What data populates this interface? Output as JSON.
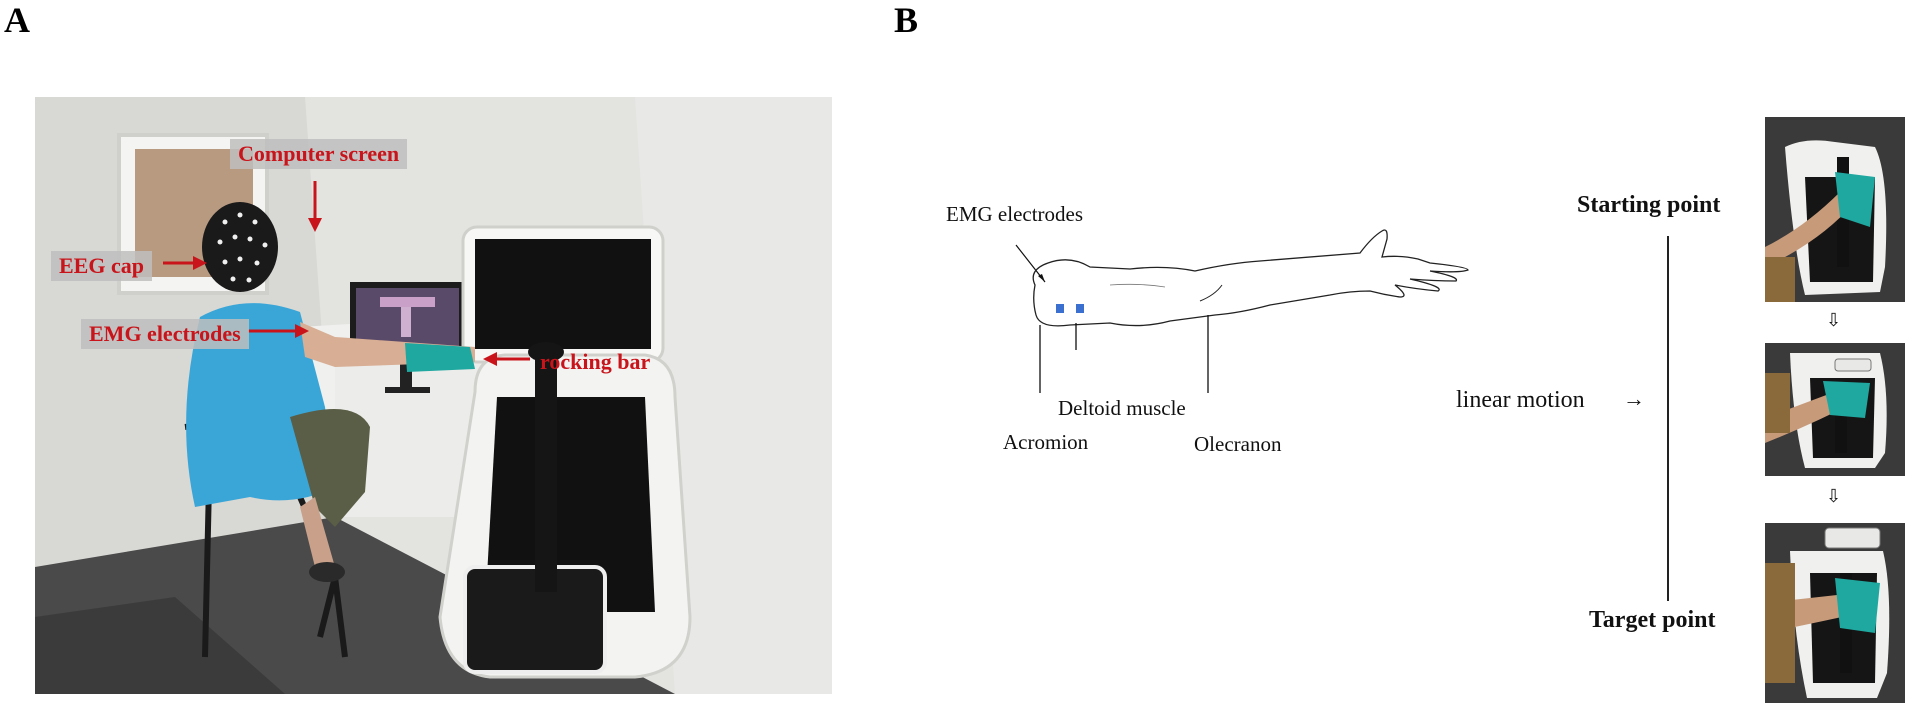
{
  "panel_a": {
    "letter": "A",
    "labels": {
      "computer_screen": "Computer screen",
      "eeg_cap": "EEG cap",
      "emg_electrodes": "EMG electrodes",
      "rocking_bar": "rocking bar"
    },
    "label_color": "#c8141a"
  },
  "panel_b": {
    "letter": "B",
    "arm_labels": {
      "emg_electrodes": "EMG electrodes",
      "deltoid_muscle": "Deltoid muscle",
      "acromion": "Acromion",
      "olecranon": "Olecranon"
    },
    "motion": {
      "starting_point": "Starting point",
      "target_point": "Target point",
      "linear_motion": "linear motion",
      "arrow": "→",
      "down_arrow": "⇩"
    },
    "electrode_color": "#3b6fd0"
  }
}
